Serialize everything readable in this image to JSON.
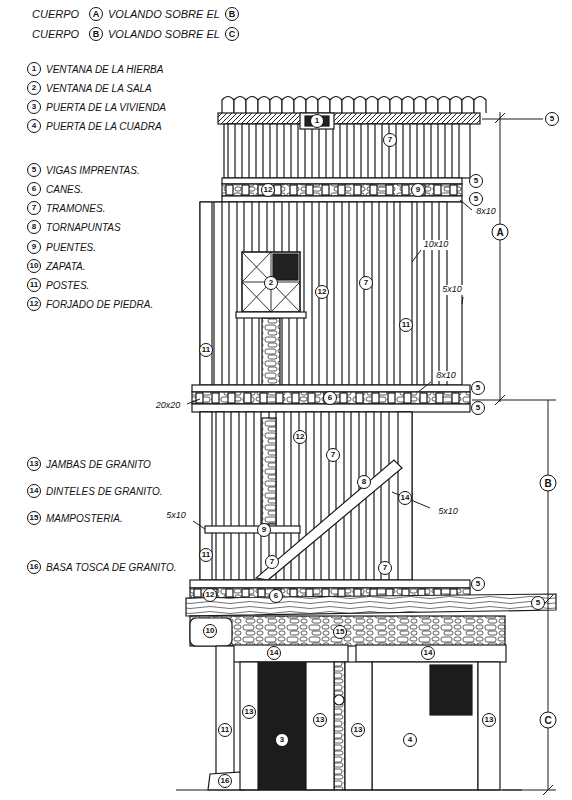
{
  "diagram": {
    "labels": [
      "CUERPO",
      "A",
      "VOLANDO SOBRE EL",
      "B",
      "CUERPO",
      "B",
      "VOLANDO SOBRE EL",
      "C",
      "1",
      "VENTANA DE LA HIERBA",
      "2",
      "VENTANA DE LA SALA",
      "3",
      "PUERTA DE LA VIVIENDA",
      "4",
      "PUERTA DE LA CUADRA",
      "5",
      "VIGAS IMPRENTAS.",
      "6",
      "CANES.",
      "7",
      "TRAMONES.",
      "8",
      "TORNAPUNTAS",
      "9",
      "PUENTES.",
      "10",
      "ZAPATA.",
      "11",
      "POSTES.",
      "12",
      "FORJADO DE PIEDRA.",
      "13",
      "JAMBAS DE GRANITO",
      "14",
      "DINTELES DE GRANITO.",
      "15",
      "MAMPOSTERIA.",
      "16",
      "BASA TOSCA DE GRANITO.",
      "5",
      "1",
      "7",
      "5",
      "12",
      "9",
      "5",
      "8x10",
      "10x10",
      "A",
      "5x10",
      "2",
      "12",
      "7",
      "11",
      "11",
      "8x10",
      "20x20",
      "5",
      "6",
      "5",
      "12",
      "7",
      "5x10",
      "8",
      "5x10",
      "14",
      "B",
      "9",
      "11",
      "7",
      "7",
      "5",
      "12",
      "6",
      "5",
      "10",
      "15",
      "14",
      "14",
      "11",
      "13",
      "3",
      "13",
      "13",
      "4",
      "13",
      "C",
      "16"
    ]
  }
}
